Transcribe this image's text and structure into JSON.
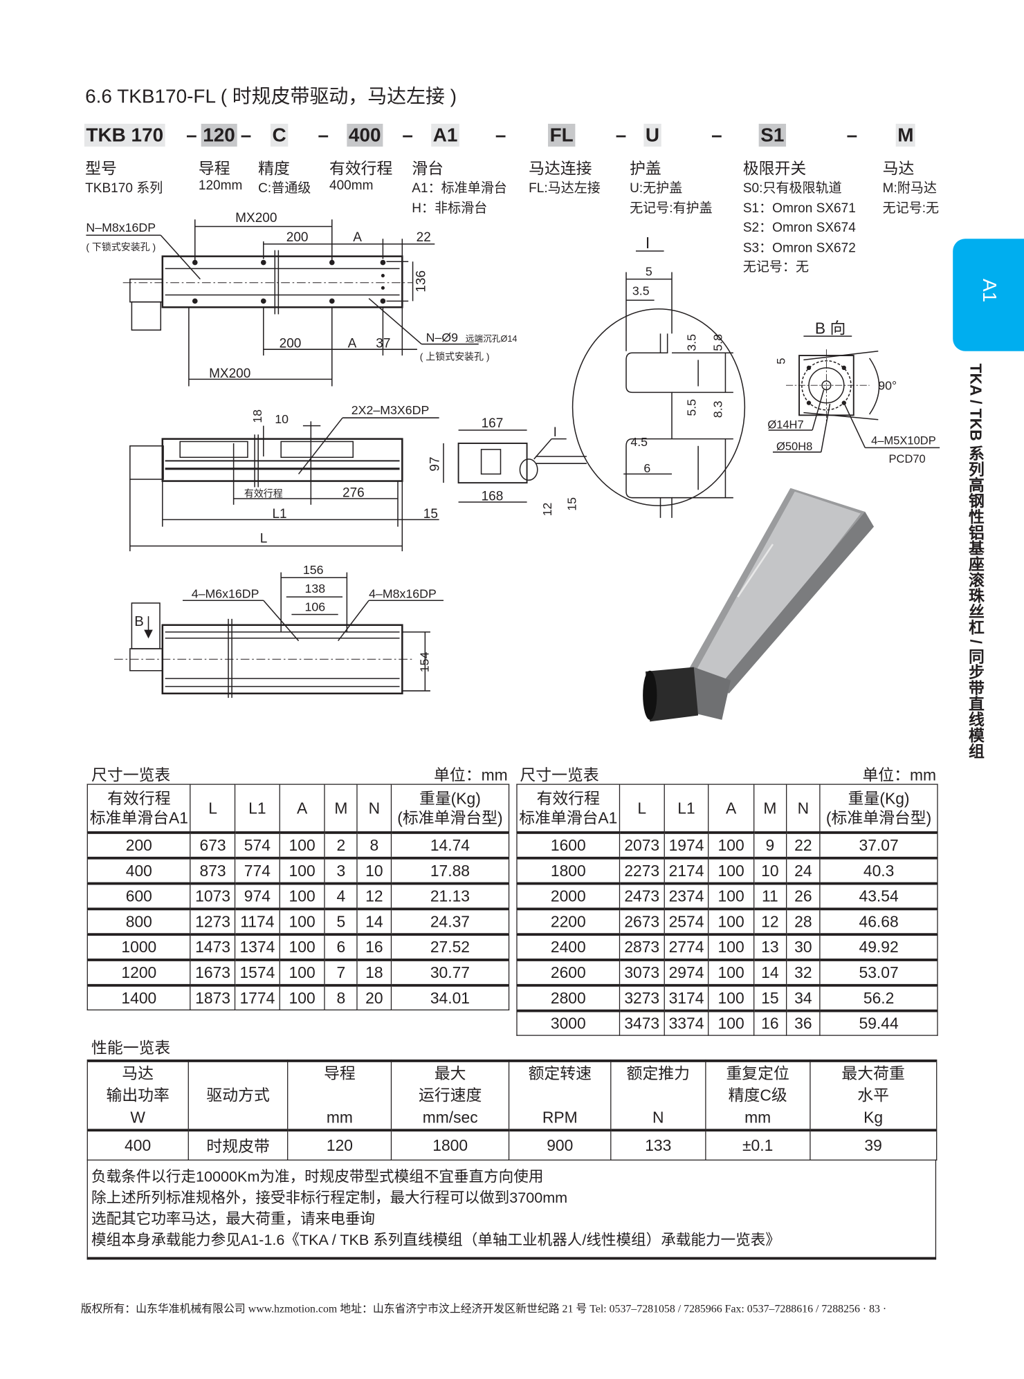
{
  "title": "6.6 TKB170-FL ( 时规皮带驱动，马达左接 )",
  "model_code": {
    "parts": [
      "TKB 170",
      "120",
      "C",
      "400",
      "A1",
      "FL",
      "U",
      "S1",
      "M"
    ],
    "dash": "–"
  },
  "fields": [
    {
      "label": "型号",
      "desc": [
        "TKB170 系列"
      ]
    },
    {
      "label": "导程",
      "desc": [
        "120mm"
      ]
    },
    {
      "label": "精度",
      "desc": [
        "C:普通级"
      ]
    },
    {
      "label": "有效行程",
      "desc": [
        "400mm"
      ]
    },
    {
      "label": "滑台",
      "desc": [
        "A1：标准单滑台",
        "H：非标滑台"
      ]
    },
    {
      "label": "马达连接",
      "desc": [
        "FL:马达左接"
      ]
    },
    {
      "label": "护盖",
      "desc": [
        "U:无护盖",
        "无记号:有护盖"
      ]
    },
    {
      "label": "极限开关",
      "desc": [
        "S0:只有极限轨道",
        "S1：Omron SX671",
        "S2：Omron SX674",
        "S3：Omron SX672",
        "无记号：无"
      ]
    },
    {
      "label": "马达",
      "desc": [
        "M:附马达",
        "无记号:无"
      ]
    }
  ],
  "side_tab": {
    "label": "A1",
    "series": "TKA / TKB 系列高钢性铝基座滚珠丝杠 / 同步带直线模组",
    "color": "#00aeef"
  },
  "drawings": {
    "top": {
      "hole_lower": "N–M8x16DP",
      "hole_lower_note": "( 下锁式安装孔 )",
      "mx200_top": "MX200",
      "d200_top": "200",
      "a_top": "A",
      "d22": "22",
      "d136": "136",
      "d200_bot": "200",
      "a_bot": "A",
      "d37": "37",
      "mx200_bot": "MX200",
      "hole_upper": "N–Ø9",
      "hole_upper_extra": "远端沉孔Ø14",
      "hole_upper_note": "( 上锁式安装孔 )"
    },
    "front": {
      "d18": "18",
      "d10": "10",
      "screw": "2X2–M3X6DP",
      "stroke": "有效行程",
      "d276": "276",
      "l1": "L1",
      "d15": "15",
      "l": "L"
    },
    "end": {
      "d167": "167",
      "d97": "97",
      "d168": "168",
      "detail_ref": "I",
      "d12": "12",
      "d15": "15"
    },
    "detail": {
      "title": "I",
      "d5": "5",
      "d3_5a": "3.5",
      "d3_5b": "3.5",
      "d5_8": "5.8",
      "d5_5": "5.5",
      "d8_3": "8.3",
      "d4_5": "4.5",
      "d6": "6"
    },
    "bview": {
      "title": "B 向",
      "d5": "5",
      "angle": "90°",
      "shaft": "Ø14H7",
      "pilot": "Ø50H8",
      "screw": "4–M5X10DP",
      "pcd": "PCD70"
    },
    "bottom": {
      "d156": "156",
      "d138": "138",
      "d106": "106",
      "screw_left": "4–M6x16DP",
      "screw_right": "4–M8x16DP",
      "d154": "154",
      "view_b": "B"
    }
  },
  "dim_table": {
    "title": "尺寸一览表",
    "unit": "单位：mm",
    "headers": [
      "有效行程\n标准单滑台A1",
      "L",
      "L1",
      "A",
      "M",
      "N",
      "重量(Kg)\n(标准单滑台型)"
    ],
    "left_rows": [
      [
        "200",
        "673",
        "574",
        "100",
        "2",
        "8",
        "14.74"
      ],
      [
        "400",
        "873",
        "774",
        "100",
        "3",
        "10",
        "17.88"
      ],
      [
        "600",
        "1073",
        "974",
        "100",
        "4",
        "12",
        "21.13"
      ],
      [
        "800",
        "1273",
        "1174",
        "100",
        "5",
        "14",
        "24.37"
      ],
      [
        "1000",
        "1473",
        "1374",
        "100",
        "6",
        "16",
        "27.52"
      ],
      [
        "1200",
        "1673",
        "1574",
        "100",
        "7",
        "18",
        "30.77"
      ],
      [
        "1400",
        "1873",
        "1774",
        "100",
        "8",
        "20",
        "34.01"
      ]
    ],
    "right_rows": [
      [
        "1600",
        "2073",
        "1974",
        "100",
        "9",
        "22",
        "37.07"
      ],
      [
        "1800",
        "2273",
        "2174",
        "100",
        "10",
        "24",
        "40.3"
      ],
      [
        "2000",
        "2473",
        "2374",
        "100",
        "11",
        "26",
        "43.54"
      ],
      [
        "2200",
        "2673",
        "2574",
        "100",
        "12",
        "28",
        "46.68"
      ],
      [
        "2400",
        "2873",
        "2774",
        "100",
        "13",
        "30",
        "49.92"
      ],
      [
        "2600",
        "3073",
        "2974",
        "100",
        "14",
        "32",
        "53.07"
      ],
      [
        "2800",
        "3273",
        "3174",
        "100",
        "15",
        "34",
        "56.2"
      ],
      [
        "3000",
        "3473",
        "3374",
        "100",
        "16",
        "36",
        "59.44"
      ]
    ]
  },
  "perf_table": {
    "title": "性能一览表",
    "headers": [
      "马达\n输出功率\nW",
      "驱动方式",
      "导程\n\nmm",
      "最大\n运行速度\nmm/sec",
      "额定转速\n\nRPM",
      "额定推力\n\nN",
      "重复定位\n精度C级\nmm",
      "最大荷重\n水平\nKg"
    ],
    "row": [
      "400",
      "时规皮带",
      "120",
      "1800",
      "900",
      "133",
      "±0.1",
      "39"
    ],
    "notes": [
      "负载条件以行走10000Km为准，时规皮带型式模组不宜垂直方向使用",
      "除上述所列标准规格外，接受非标行程定制，最大行程可以做到3700mm",
      "选配其它功率马达，最大荷重，请来电垂询",
      "模组本身承载能力参见A1-1.6《TKA / TKB 系列直线模组（单轴工业机器人/线性模组）承载能力一览表》"
    ]
  },
  "footer": "版权所有：山东华准机械有限公司  www.hzmotion.com  地址：山东省济宁市汶上经济开发区新世纪路 21 号  Tel: 0537–7281058 / 7285966  Fax: 0537–7288616 / 7288256 · 83 ·"
}
